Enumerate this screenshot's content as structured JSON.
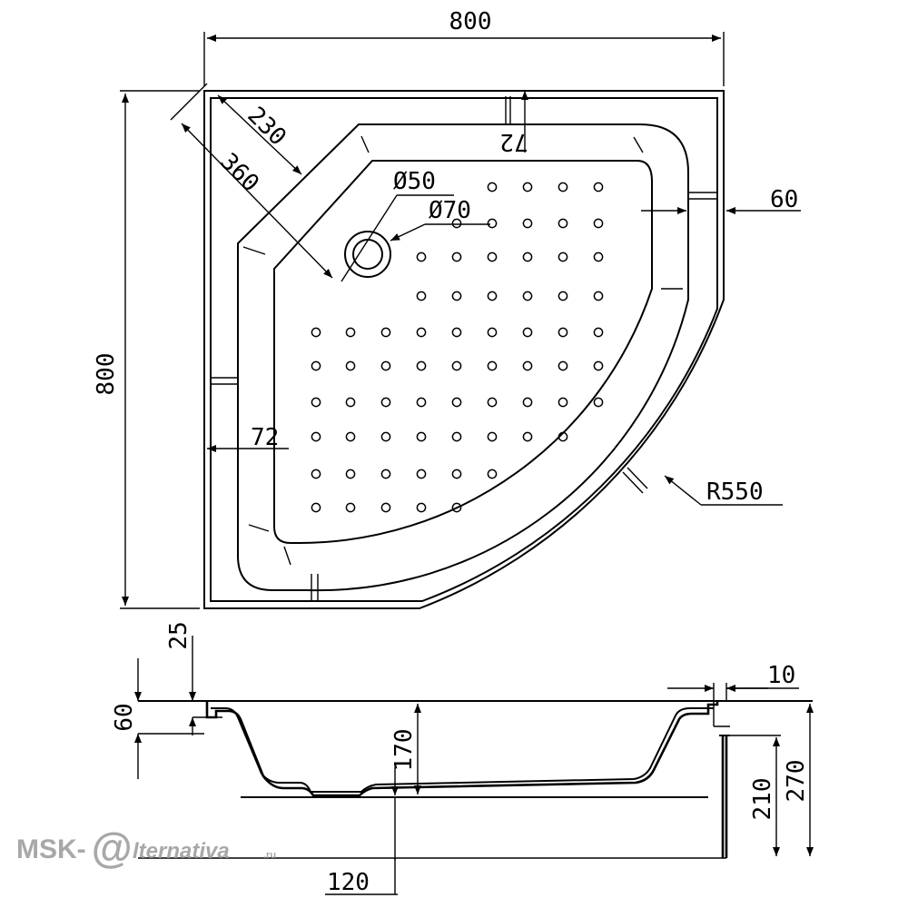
{
  "plan_view": {
    "dim_width": "800",
    "dim_height": "800",
    "dim_corner_chamfer": "230",
    "dim_drain_offset": "360",
    "dim_drain_inner": "Ø50",
    "dim_drain_outer": "Ø70",
    "dim_rim_top": "72",
    "dim_rim_left": "72",
    "dim_rim_right": "60",
    "dim_radius": "R550"
  },
  "section_view": {
    "dim_rim_thickness": "25",
    "dim_rim_height": "60",
    "dim_flange": "10",
    "dim_depth": "170",
    "dim_leg_height": "210",
    "dim_total_height": "270",
    "dim_leg_offset": "120"
  },
  "watermark": {
    "prefix": "MSK-",
    "at": "@",
    "suffix": "lternativa",
    "tld": ".ru"
  }
}
